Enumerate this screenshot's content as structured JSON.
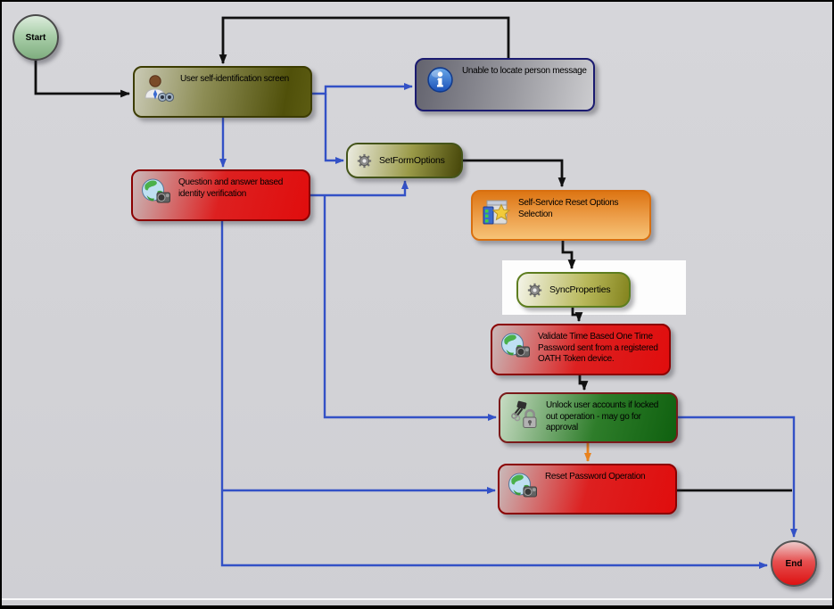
{
  "diagram": {
    "nodes": {
      "start": {
        "label": "Start",
        "type": "start-terminator"
      },
      "user_self_id": {
        "label": "User self-identification screen",
        "icon": "user-search-icon"
      },
      "unable_locate": {
        "label": "Unable to locate person message",
        "icon": "info-icon"
      },
      "set_form_options": {
        "label": "SetFormOptions",
        "icon": "gear-icon"
      },
      "qa_verification": {
        "label": "Question and answer based identity verification",
        "icon": "globe-lock-icon"
      },
      "reset_options": {
        "label": "Self-Service Reset Options Selection",
        "icon": "options-star-icon"
      },
      "sync_properties": {
        "label": "SyncProperties",
        "icon": "gear-icon",
        "highlighted": true
      },
      "validate_totp": {
        "label": "Validate Time Based One Time Password sent from a registered OATH Token device.",
        "icon": "globe-lock-icon"
      },
      "unlock_accounts": {
        "label": "Unlock user accounts if locked out operation - may go for approval",
        "icon": "keys-padlock-icon"
      },
      "reset_password": {
        "label": "Reset Password Operation",
        "icon": "globe-lock-icon"
      },
      "end": {
        "label": "End",
        "type": "end-terminator"
      }
    },
    "connections": [
      {
        "from": "start",
        "to": "user_self_id",
        "color": "black"
      },
      {
        "from": "unable_locate",
        "to": "user_self_id",
        "color": "black"
      },
      {
        "from": "user_self_id",
        "to": "unable_locate",
        "color": "blue"
      },
      {
        "from": "user_self_id",
        "to": "set_form_options",
        "color": "blue"
      },
      {
        "from": "user_self_id",
        "to": "qa_verification",
        "color": "blue"
      },
      {
        "from": "qa_verification",
        "to": "set_form_options",
        "color": "blue"
      },
      {
        "from": "qa_verification",
        "to": "unlock_accounts",
        "color": "blue"
      },
      {
        "from": "qa_verification",
        "to": "reset_password",
        "color": "blue"
      },
      {
        "from": "qa_verification",
        "to": "end",
        "color": "blue"
      },
      {
        "from": "set_form_options",
        "to": "reset_options",
        "color": "black"
      },
      {
        "from": "reset_options",
        "to": "sync_properties",
        "color": "black"
      },
      {
        "from": "sync_properties",
        "to": "validate_totp",
        "color": "black"
      },
      {
        "from": "validate_totp",
        "to": "unlock_accounts",
        "color": "black"
      },
      {
        "from": "unlock_accounts",
        "to": "reset_password",
        "color": "orange"
      },
      {
        "from": "unlock_accounts",
        "to": "end",
        "color": "blue"
      },
      {
        "from": "reset_password",
        "to": "end",
        "color": "black"
      }
    ],
    "colors": {
      "flow_blue": "#3351c6",
      "flow_black": "#101010",
      "flow_orange": "#e8821e",
      "background": "#d3d3d7",
      "sync_highlight": "#fdfdfd"
    }
  }
}
